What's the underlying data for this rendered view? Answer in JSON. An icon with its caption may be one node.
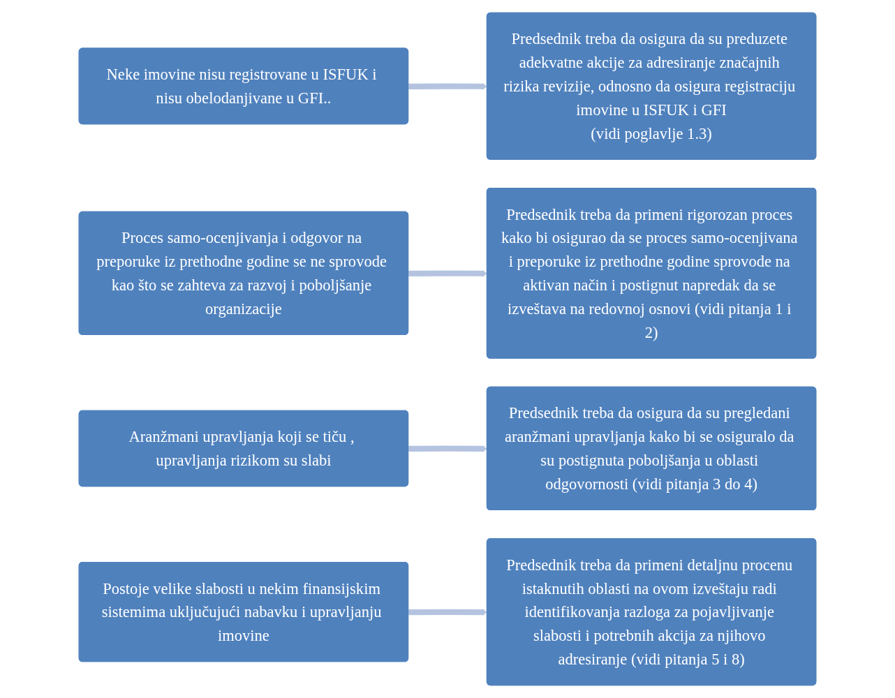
{
  "diagram": {
    "nodes": [
      {
        "text": [
          "Neke imovine nisu registrovane u ISFUK i nisu obelodanjivane u GFI.."
        ]
      },
      {
        "text": [
          "Predsednik treba da osigura da su preduzete adekvatne akcije za adresiranje značajnih rizika revizije, odnosno da osigura registraciju imovine u ISFUK i GFI",
          "(vidi poglavlje 1.3)"
        ]
      },
      {
        "text": [
          "Proces samo-ocenjivanja i odgovor na preporuke iz prethodne godine se ne sprovode kao što se zahteva za razvoj i poboljšanje organizacije"
        ]
      },
      {
        "text": [
          "Predsednik treba da primeni rigorozan proces kako bi osigurao da se proces samo-ocenjivana i preporuke iz prethodne godine sprovode na aktivan način i postignut napredak da se izveštava na redovnoj osnovi (vidi pitanja 1 i 2)"
        ]
      },
      {
        "text": [
          "Aranžmani upravljanja koji se tiču , upravljanja rizikom su slabi"
        ]
      },
      {
        "text": [
          "Predsednik treba da osigura da su pregledani aranžmani upravljanja kako bi se osiguralo da su postignuta poboljšanja u oblasti odgovornosti (vidi pitanja 3 do 4)"
        ]
      },
      {
        "text": [
          "Postoje velike slabosti u nekim finansijskim sistemima uključujući nabavku i upravljanju imovine"
        ]
      },
      {
        "text": [
          "Predsednik treba da primeni detaljnu procenu istaknutih oblasti na ovom izveštaju radi identifikovanja razloga za pojavljivanje slabosti i potrebnih akcija za njihovo adresiranje (vidi pitanja 5 i 8)"
        ]
      }
    ],
    "edges": [
      {
        "from": 0,
        "to": 1,
        "arrow": "to"
      },
      {
        "from": 2,
        "to": 3,
        "arrow": "to"
      },
      {
        "from": 4,
        "to": 5,
        "arrow": "to"
      },
      {
        "from": 6,
        "to": 7,
        "arrow": "to"
      }
    ]
  }
}
